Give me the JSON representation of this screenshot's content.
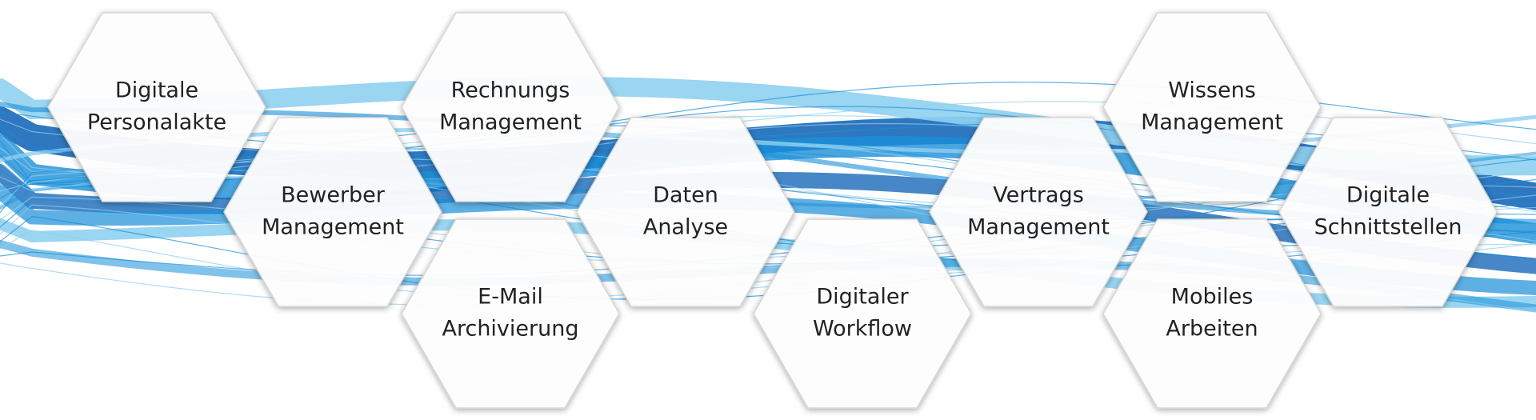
{
  "hexagons": [
    {
      "id": "digitale-personalakte",
      "lines": [
        "Digitale",
        "Personalakte"
      ]
    },
    {
      "id": "bewerber-management",
      "lines": [
        "Bewerber",
        "Management"
      ]
    },
    {
      "id": "rechnungs-management",
      "lines": [
        "Rechnungs",
        "Management"
      ]
    },
    {
      "id": "e-mail-archivierung",
      "lines": [
        "E-Mail",
        "Archivierung"
      ]
    },
    {
      "id": "daten-analyse",
      "lines": [
        "Daten",
        "Analyse"
      ]
    },
    {
      "id": "digitaler-workflow",
      "lines": [
        "Digitaler",
        "Workflow"
      ]
    },
    {
      "id": "vertrags-management",
      "lines": [
        "Vertrags",
        "Management"
      ]
    },
    {
      "id": "wissens-management",
      "lines": [
        "Wissens",
        "Management"
      ]
    },
    {
      "id": "mobiles-arbeiten",
      "lines": [
        "Mobiles",
        "Arbeiten"
      ]
    },
    {
      "id": "digitale-schnittstellen",
      "lines": [
        "Digitale",
        "Schnittstellen"
      ]
    }
  ],
  "colors": {
    "wave_dark": "#0a5fb4",
    "wave_mid": "#1a8fd8",
    "wave_light": "#8fd0f0",
    "hex_fill": "#ffffff",
    "hex_edge": "#d6d6d6",
    "text": "#222222"
  }
}
